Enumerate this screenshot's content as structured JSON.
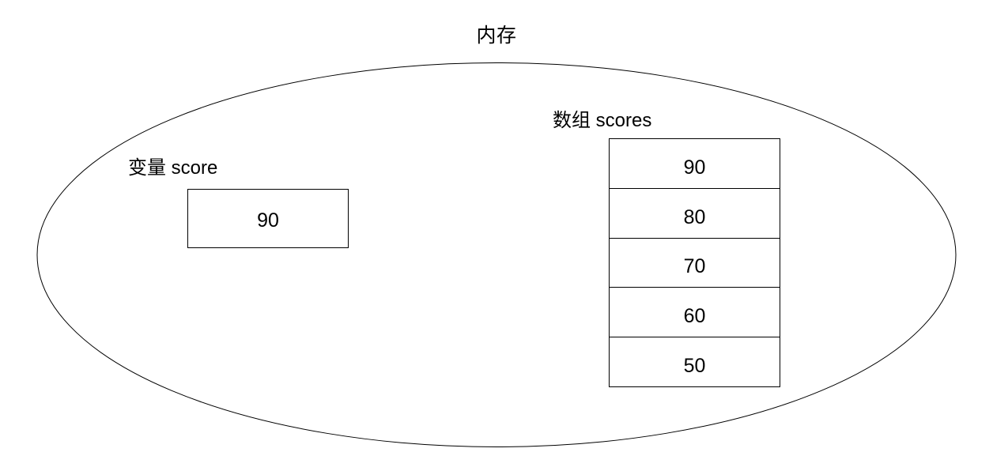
{
  "diagram": {
    "title": "内存",
    "shape": "ellipse",
    "variable": {
      "label": "变量 score",
      "value": "90"
    },
    "array": {
      "label": "数组 scores",
      "cells": [
        {
          "value": "90"
        },
        {
          "value": "80"
        },
        {
          "value": "70"
        },
        {
          "value": "60"
        },
        {
          "value": "50"
        }
      ]
    },
    "colors": {
      "stroke": "#000000",
      "fill": "#ffffff",
      "text": "#000000"
    }
  }
}
